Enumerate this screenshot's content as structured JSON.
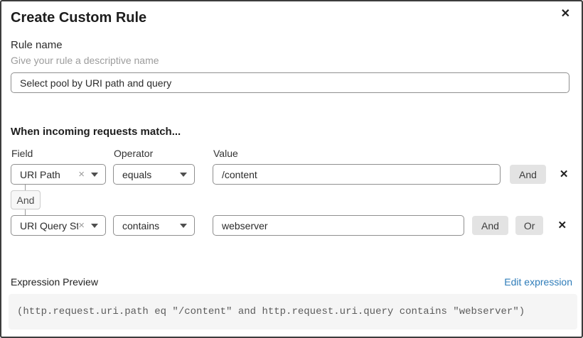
{
  "dialog": {
    "title": "Create Custom Rule",
    "close_icon": "✕"
  },
  "rule_name": {
    "label": "Rule name",
    "helper": "Give your rule a descriptive name",
    "value": "Select pool by URI path and query"
  },
  "matcher": {
    "heading": "When incoming requests match...",
    "columns": {
      "field": "Field",
      "operator": "Operator",
      "value": "Value"
    },
    "rows": [
      {
        "field": "URI Path",
        "operator": "equals",
        "value": "/content",
        "and_label": "And"
      },
      {
        "field": "URI Query St...",
        "operator": "contains",
        "value": "webserver",
        "and_label": "And",
        "or_label": "Or"
      }
    ],
    "connector_label": "And",
    "clear_icon": "×",
    "remove_icon": "✕"
  },
  "expression": {
    "label": "Expression Preview",
    "edit_link": "Edit expression",
    "code": "(http.request.uri.path eq \"/content\" and http.request.uri.query contains \"webserver\")"
  },
  "colors": {
    "link_blue": "#2e7cb9",
    "button_gray": "#e3e3e3",
    "code_bg": "#f5f5f5",
    "border_gray": "#8f8f8f"
  }
}
